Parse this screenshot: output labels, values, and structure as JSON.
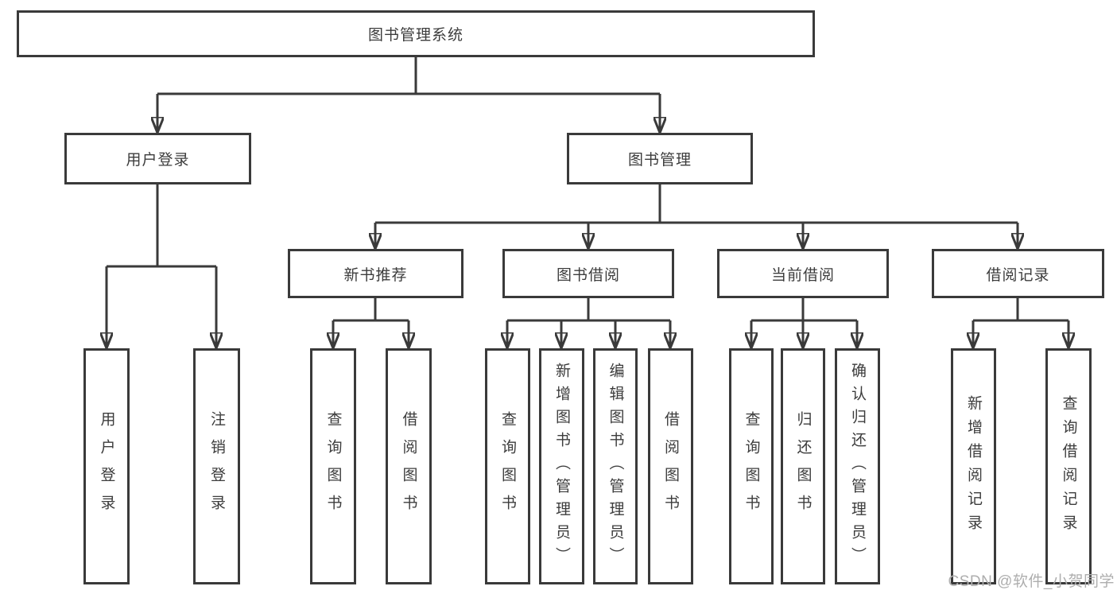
{
  "colors": {
    "line": "#3a3a3a",
    "box_border": "#3a3a3a",
    "text": "#3c3c3c",
    "background": "#ffffff",
    "watermark": "#aeaeae"
  },
  "watermark": "CSDN @软件_小贺同学",
  "tree": {
    "root": {
      "label": "图书管理系统"
    },
    "branches": [
      {
        "label": "用户登录",
        "children": [
          {
            "label": "用户登录"
          },
          {
            "label": "注销登录"
          }
        ]
      },
      {
        "label": "图书管理",
        "children": [
          {
            "label": "新书推荐",
            "children": [
              {
                "label": "查询图书"
              },
              {
                "label": "借阅图书"
              }
            ]
          },
          {
            "label": "图书借阅",
            "children": [
              {
                "label": "查询图书"
              },
              {
                "label": "新增图书（管理员）"
              },
              {
                "label": "编辑图书（管理员）"
              },
              {
                "label": "借阅图书"
              }
            ]
          },
          {
            "label": "当前借阅",
            "children": [
              {
                "label": "查询图书"
              },
              {
                "label": "归还图书"
              },
              {
                "label": "确认归还（管理员）"
              }
            ]
          },
          {
            "label": "借阅记录",
            "children": [
              {
                "label": "新增借阅记录"
              },
              {
                "label": "查询借阅记录"
              }
            ]
          }
        ]
      }
    ]
  }
}
